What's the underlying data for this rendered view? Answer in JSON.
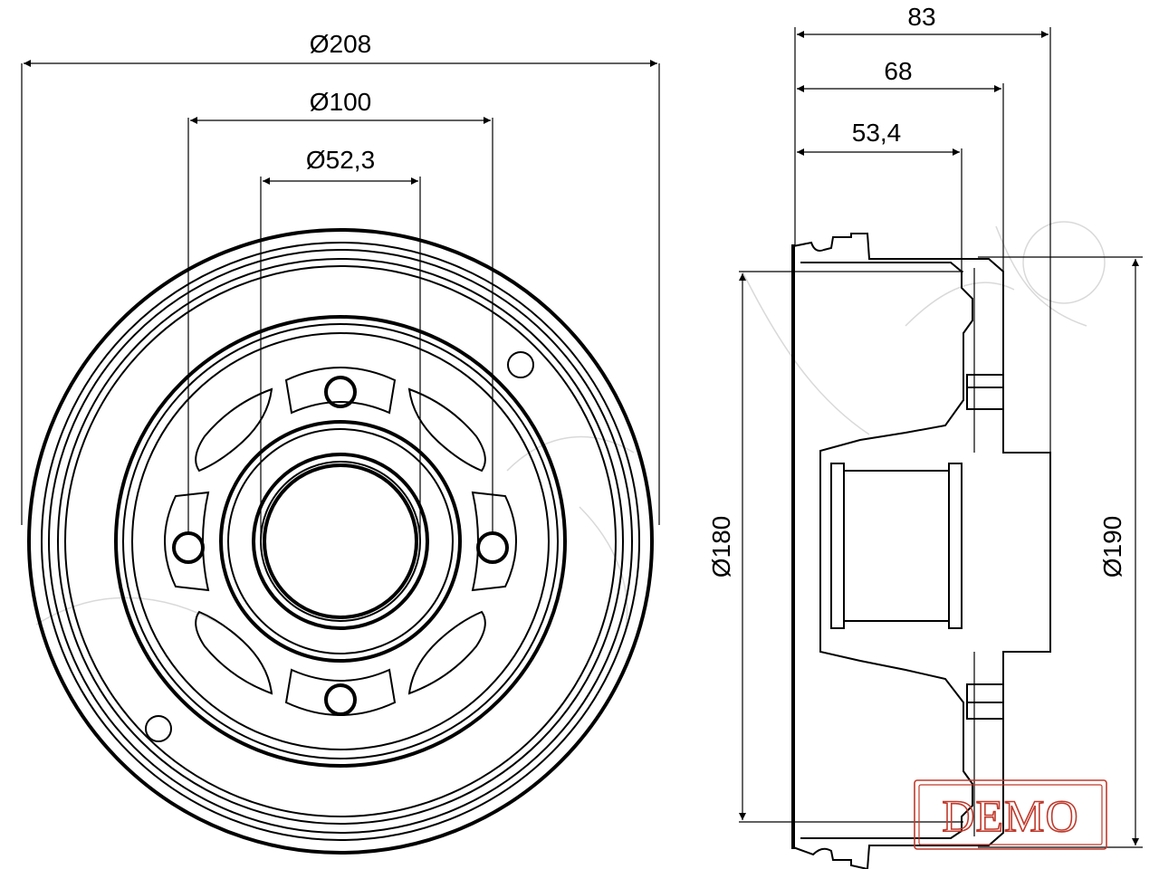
{
  "front_view": {
    "dia_outer": "Ø208",
    "dia_bolt": "Ø100",
    "dia_bore": "Ø52,3"
  },
  "side_view": {
    "width_total": "83",
    "width_mid": "68",
    "width_hub": "53,4",
    "dia_inner": "Ø180",
    "dia_shoe": "Ø190"
  },
  "stamp": {
    "text": "DEMO",
    "color": "#c0392b"
  },
  "watermark": {
    "color": "#d9d9d9"
  }
}
